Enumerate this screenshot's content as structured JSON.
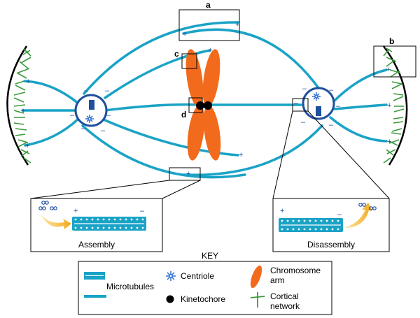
{
  "labels": {
    "a": "a",
    "b": "b",
    "c": "c",
    "d": "d",
    "plus": "+",
    "minus": "–"
  },
  "insets": {
    "assembly": "Assembly",
    "disassembly": "Disassembly"
  },
  "key": {
    "title": "KEY",
    "microtubules": "Microtubules",
    "centriole": "Centriole",
    "kinetochore": "Kinetochore",
    "chromosome_arm_line1": "Chromosome",
    "chromosome_arm_line2": "arm",
    "cortical_line1": "Cortical",
    "cortical_line2": "network"
  },
  "colors": {
    "microtubule": "#1aa3c6",
    "centrosome_ring": "#1f4f9e",
    "chromosome": "#f26a1b",
    "kinetochore": "#000000",
    "cortical": "#3a9a3a",
    "arrow": "#f0a81c",
    "sign": "#1f4f9e"
  }
}
